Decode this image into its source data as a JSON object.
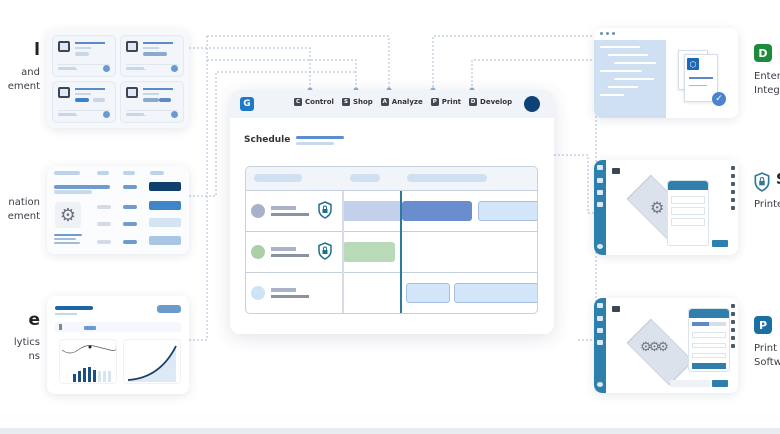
{
  "left_sections": [
    {
      "title": "l",
      "lines": [
        "and",
        "ement"
      ]
    },
    {
      "title": "",
      "lines": [
        "nation",
        "ement"
      ]
    },
    {
      "title": "e",
      "lines": [
        "lytics",
        "ns"
      ]
    }
  ],
  "right_sections": [
    {
      "icon": "D",
      "icon_name": "d-app-icon",
      "icon_color": "#1e8a3c",
      "title": "",
      "lines": [
        "Enter",
        "Integ"
      ]
    },
    {
      "icon": "shield",
      "icon_name": "shield-lock-icon",
      "icon_color": "#2f7a99",
      "title": "S",
      "lines": [
        "Printe"
      ]
    },
    {
      "icon": "P",
      "icon_name": "p-app-icon",
      "icon_color": "#1a6fa3",
      "title": "",
      "lines": [
        "Print",
        "Softw"
      ]
    }
  ],
  "main_window": {
    "logo": "G",
    "nav": [
      {
        "letter": "C",
        "label": "Control"
      },
      {
        "letter": "S",
        "label": "Shop"
      },
      {
        "letter": "A",
        "label": "Analyze"
      },
      {
        "letter": "P",
        "label": "Print"
      },
      {
        "letter": "D",
        "label": "Develop"
      }
    ],
    "section_title": "Schedule",
    "rows": [
      {
        "avatar_color": "#a9b0c9",
        "locked": true
      },
      {
        "avatar_color": "#a9d0a8",
        "locked": true
      },
      {
        "avatar_color": "#cde4f6",
        "locked": false
      }
    ]
  },
  "colors": {
    "accent": "#1f78c8",
    "navy": "#0e4275",
    "teal": "#2f7a99",
    "connector": "#9db4cf"
  }
}
